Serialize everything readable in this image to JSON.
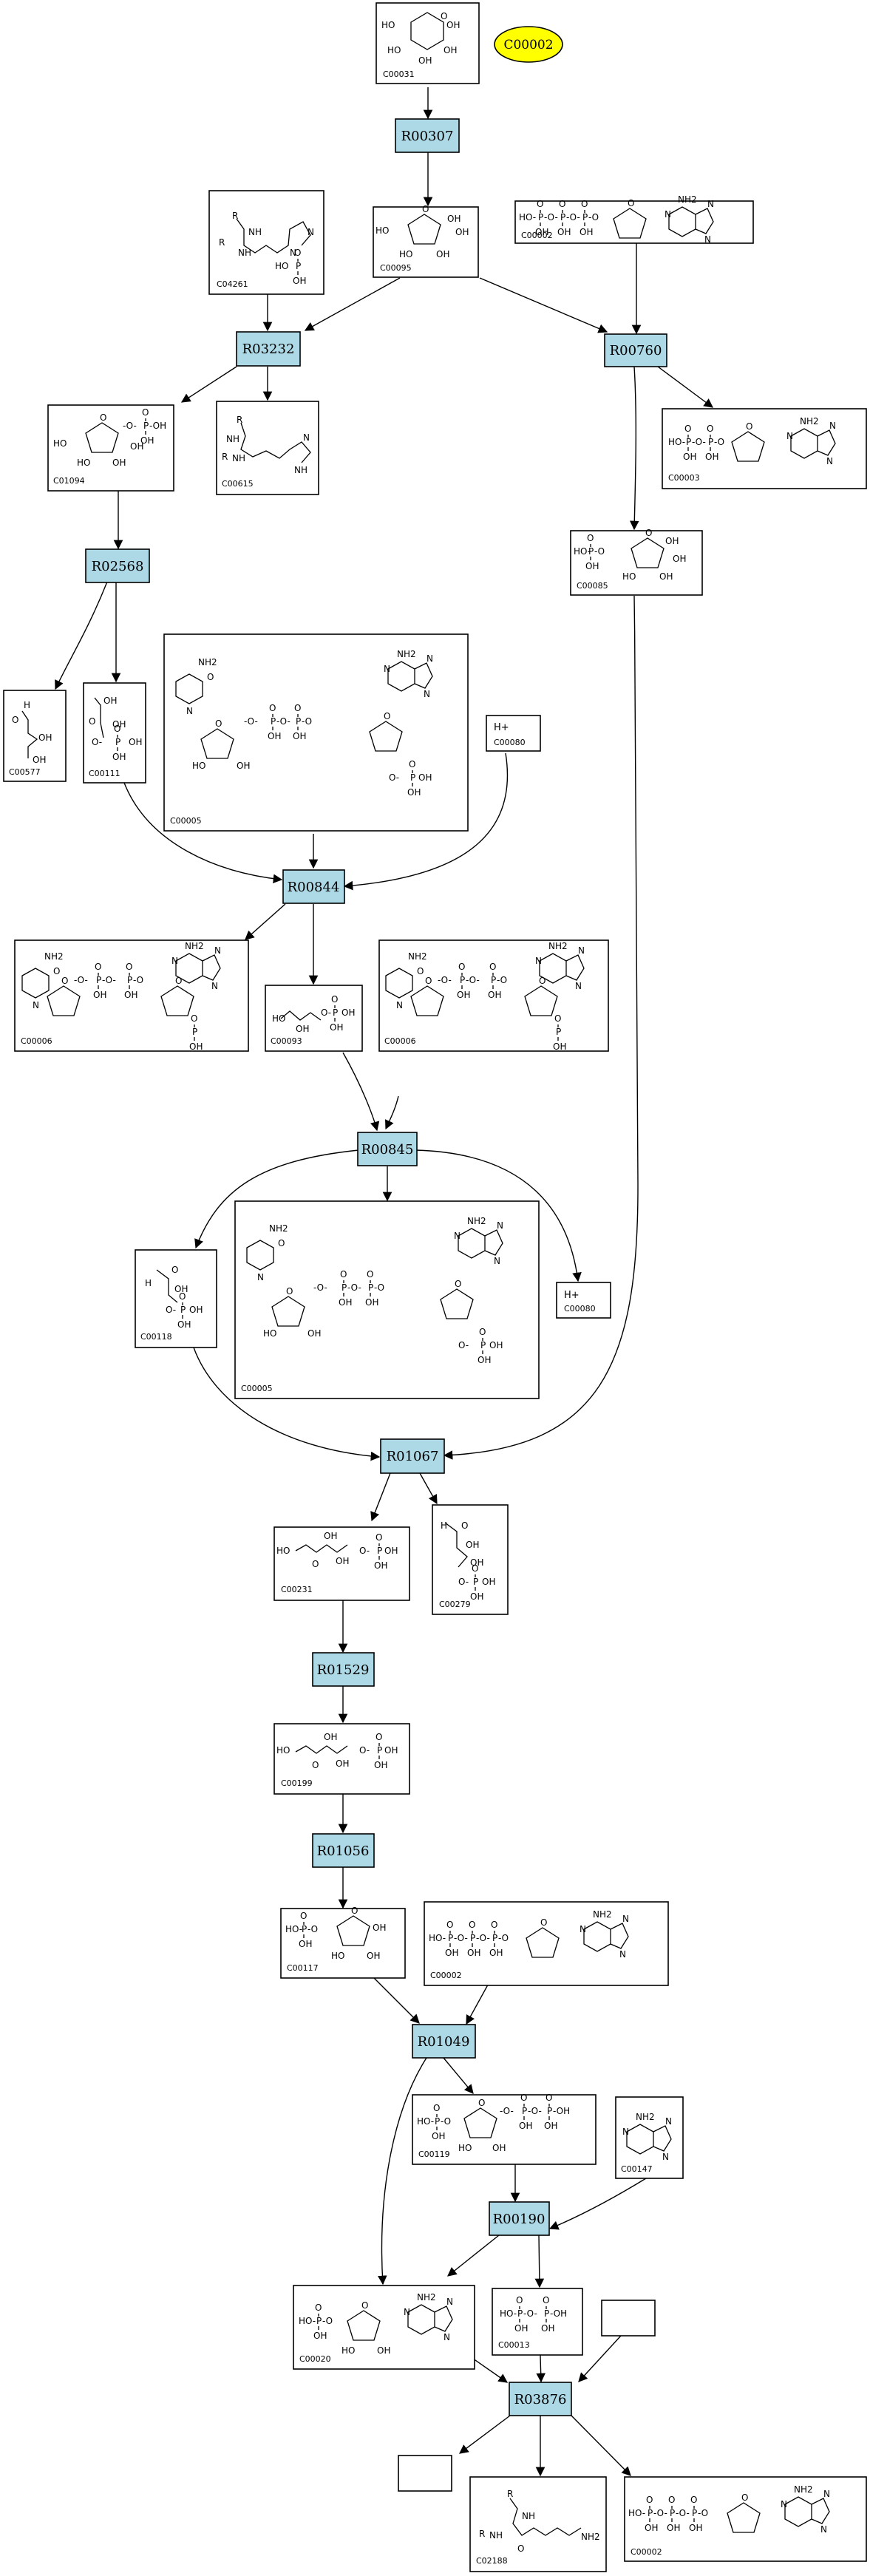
{
  "query_node": {
    "label": "C00002"
  },
  "reactions": {
    "R00307": "R00307",
    "R03232": "R03232",
    "R00760": "R00760",
    "R02568": "R02568",
    "R00844": "R00844",
    "R00845": "R00845",
    "R01067": "R01067",
    "R01529": "R01529",
    "R01056": "R01056",
    "R01049": "R01049",
    "R00190": "R00190",
    "R03876": "R03876"
  },
  "compounds": {
    "c1": "C00031",
    "c2": "C04261",
    "c3": "C00095",
    "c4": "C00002",
    "c5": "C01094",
    "c6": "C00615",
    "c7": "C00003",
    "c8": "C00085",
    "c9": "C00577",
    "c10": "C00111",
    "c11": "C00005",
    "c12": "C00080",
    "c13": "C00006",
    "c14": "C00093",
    "c15": "C00006",
    "c16": "C00118",
    "c17": "C00005",
    "c18": "C00080",
    "c19": "C00231",
    "c20": "C00279",
    "c21": "C00199",
    "c22": "C00117",
    "c23": "C00002",
    "c24": "C00119",
    "c25": "C00147",
    "c26": "C00020",
    "c27": "C00013",
    "c28": "",
    "c29": "",
    "c30": "C02188",
    "c31": "C00002"
  },
  "atom_labels": {
    "HO": "HO",
    "OH": "OH",
    "O": "O",
    "P": "P",
    "N": "N",
    "NH": "NH",
    "NH2": "NH2",
    "H": "H",
    "R": "R",
    "Hplus": "H+"
  }
}
